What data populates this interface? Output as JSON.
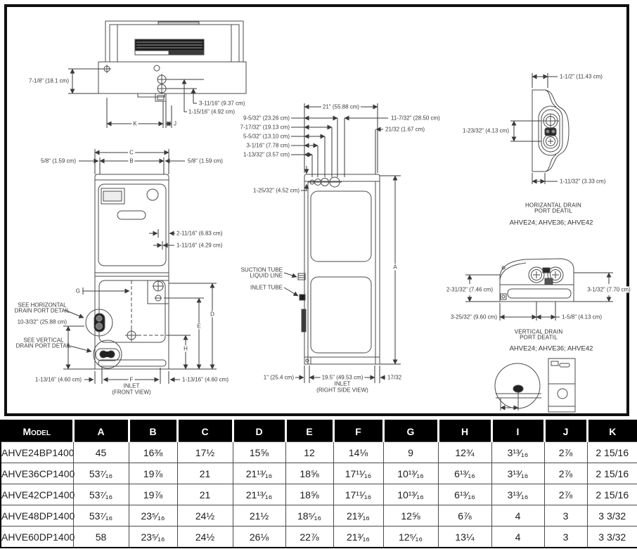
{
  "drawings": {
    "top_view": {
      "dim_height": "7-1/8\" (18.1 cm)",
      "dim_31116": "3-11/16\" (9.37 cm)",
      "dim_11516": "1-15/16\" (4.92 cm)",
      "dim_k": "K",
      "dim_j": "J"
    },
    "front_view": {
      "dim_c": "C",
      "dim_b": "B",
      "dim_58_left": "5/8\" (1.59 cm)",
      "dim_58_right": "5/8\" (1.59 cm)",
      "dim_21116": "2-11/16\" (6.83 cm)",
      "dim_11116": "1-11/16\" (4.29 cm)",
      "dim_g": "G",
      "see_horizontal_1": "SEE HORIZONTAL",
      "see_horizontal_2": "DRAIN PORT DETAIL",
      "dim_10332": "10-3/32\" (25.88 cm)",
      "see_vertical_1": "SEE VERTICAL",
      "see_vertical_2": "DRAIN PORT DETAIL",
      "dim_d": "D",
      "dim_e": "E",
      "dim_h": "H",
      "dim_11316_left": "1-13/16\" (4.60 cm)",
      "dim_f": "F",
      "dim_11316_right": "1-13/16\" (4.60 cm)",
      "inlet": "INLET",
      "caption": "(FRONT VIEW)"
    },
    "side_view": {
      "dim_21": "21\" (55.88 cm)",
      "dim_9532": "9-5/32\" (23.26 cm)",
      "dim_71732": "7-17/32\" (19.13 cm)",
      "dim_5532": "5-5/32\" (13.10 cm)",
      "dim_3116": "3-1/16\" (7.78 cm)",
      "dim_11332": "1-13/32\" (3.57 cm)",
      "dim_12532": "1-25/32\" (4.52 cm)",
      "dim_11732": "11-7/32\" (28.50 cm)",
      "dim_2132": "21/32 (1.67 cm)",
      "suction_tube": "SUCTION TUBE",
      "liquid_line": "LIQUID LINE",
      "inlet_tube": "INLET TUBE",
      "dim_a": "A",
      "dim_1": "1\" (25.4 cm)",
      "dim_195": "19.5\" (49.53 cm)",
      "dim_1732": "17/32",
      "inlet": "INLET",
      "caption": "(RIGHT SIDE VIEW)"
    },
    "horizontal_detail": {
      "dim_112": "1-1/2\" (11.43 cm)",
      "dim_12332": "1-23/32\" (4.13 cm)",
      "dim_11132": "1-11/32\" (3.33 cm)",
      "title_1": "HORIZANTAL DRAIN",
      "title_2": "PORT DEATIL",
      "models": "AHVE24; AHVE36; AHVE42"
    },
    "vertical_detail": {
      "dim_23132": "2-31/32\" (7.46 cm)",
      "dim_3132": "3-1/32\" (7.70 cm)",
      "dim_32532": "3-25/32\" (9.60 cm)",
      "dim_158": "1-5/8\" (4.13 cm)",
      "title_1": "VERTICAL DRAIN",
      "title_2": "PORT DEATIL",
      "models": "AHVE24; AHVE36; AHVE42"
    }
  },
  "table": {
    "headers": [
      "Model",
      "A",
      "B",
      "C",
      "D",
      "E",
      "F",
      "G",
      "H",
      "I",
      "J",
      "K"
    ],
    "rows": [
      {
        "model": "AHVE24BP1400",
        "cells": [
          "45",
          "16⅜",
          "17½",
          "15⅝",
          "12",
          "14⅛",
          "9",
          "12¾",
          "3¹³⁄₁₆",
          "2⅞",
          "2 15/16"
        ]
      },
      {
        "model": "AHVE36CP1400",
        "cells": [
          "53⁷⁄₁₆",
          "19⅞",
          "21",
          "21¹³⁄₁₆",
          "18⅝",
          "17¹¹⁄₁₆",
          "10¹³⁄₁₆",
          "6¹³⁄₁₆",
          "3¹³⁄₁₆",
          "2⅞",
          "2 15/16"
        ]
      },
      {
        "model": "AHVE42CP1400",
        "cells": [
          "53⁷⁄₁₆",
          "19⅞",
          "21",
          "21¹³⁄₁₆",
          "18⅝",
          "17¹¹⁄₁₆",
          "10¹³⁄₁₆",
          "6¹³⁄₁₆",
          "3¹³⁄₁₆",
          "2⅞",
          "2 15/16"
        ]
      },
      {
        "model": "AHVE48DP1400",
        "cells": [
          "53⁷⁄₁₆",
          "23⁵⁄₁₆",
          "24½",
          "21½",
          "18⁵⁄₁₆",
          "21³⁄₁₆",
          "12⅝",
          "6⅞",
          "4",
          "3",
          "3 3/32"
        ]
      },
      {
        "model": "AHVE60DP1400",
        "cells": [
          "58",
          "23⁵⁄₁₆",
          "24½",
          "26⅛",
          "22⅞",
          "21³⁄₁₆",
          "12⁵⁄₁₆",
          "13¼",
          "4",
          "3",
          "3 3/32"
        ]
      }
    ]
  }
}
